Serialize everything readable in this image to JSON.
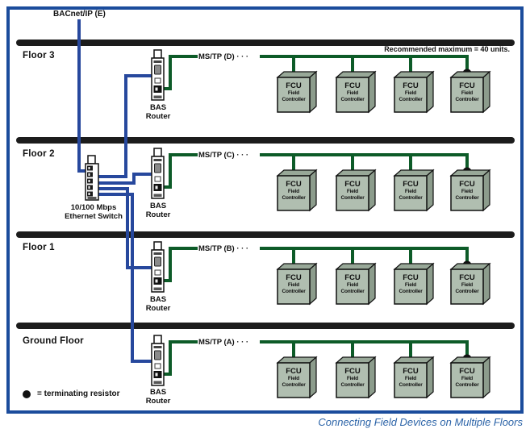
{
  "diagram": {
    "bacnet_label": "BACnet/IP (E)",
    "recommended_note": "Recommended maximum = 40 units.",
    "legend_text": "= terminating resistor",
    "caption": "Connecting Field Devices on Multiple Floors",
    "ethernet_switch": {
      "line1": "10/100 Mbps",
      "line2": "Ethernet Switch"
    },
    "bas_router": {
      "line1": "BAS",
      "line2": "Router"
    },
    "fcu": {
      "title": "FCU",
      "line1": "Field",
      "line2": "Controller"
    },
    "floors": [
      {
        "label": "Floor 3",
        "bus_label": "MS/TP (D) · · ·"
      },
      {
        "label": "Floor 2",
        "bus_label": "MS/TP (C) · · ·"
      },
      {
        "label": "Floor 1",
        "bus_label": "MS/TP (B) · · ·"
      },
      {
        "label": "Ground Floor",
        "bus_label": "MS/TP (A) · · ·"
      }
    ],
    "colors": {
      "border_blue": "#1B4C9C",
      "line_blue": "#27489D",
      "bus_green": "#0D5B28",
      "bar_black": "#1C1C1C",
      "fcu_front": "#B0BEB0",
      "fcu_side": "#8C9C8C",
      "caption_blue": "#2C64A8"
    }
  }
}
